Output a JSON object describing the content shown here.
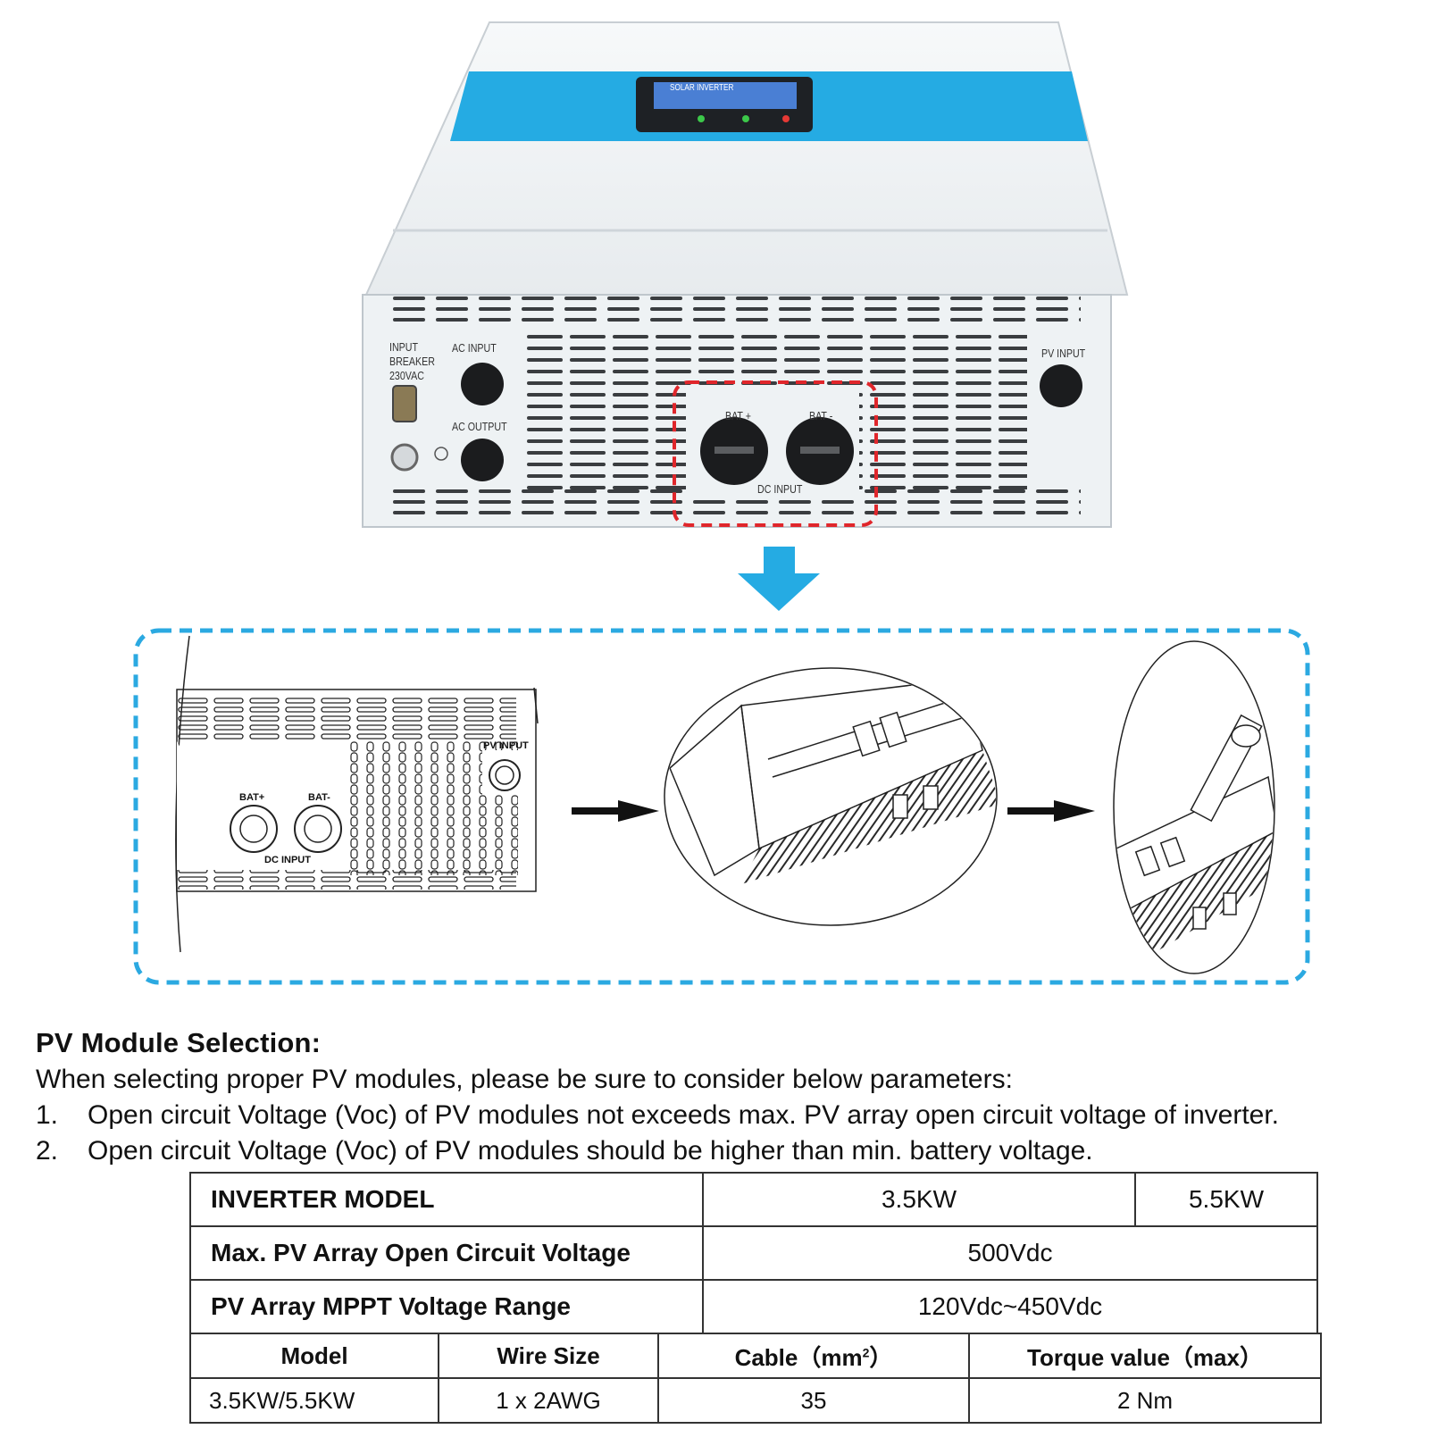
{
  "device": {
    "screen_text": "SOLAR INVERTER",
    "labels": {
      "input_breaker": "INPUT\nBREAKER\n230VAC",
      "ac_input": "AC INPUT",
      "ac_output": "AC OUTPUT",
      "bat_plus": "BAT +",
      "bat_minus": "BAT -",
      "dc_input": "DC INPUT",
      "pv_input": "PV INPUT"
    },
    "colors": {
      "accent_blue": "#25ABE3",
      "highlight_red": "#E0262B",
      "body": "#EEF2F4"
    },
    "arrow_icon": "arrow-down-icon"
  },
  "diagram": {
    "labels": {
      "bat_plus": "BAT+",
      "bat_minus": "BAT-",
      "dc_input": "DC INPUT",
      "pv_input": "PV INPUT"
    },
    "colors": {
      "frame": "#2BA9E1"
    }
  },
  "section": {
    "heading": "PV Module Selection:",
    "intro": "When selecting proper PV modules, please be sure to consider below parameters:",
    "items": [
      {
        "num": "1.",
        "text": "Open circuit Voltage (Voc) of PV modules not exceeds max. PV array open circuit voltage of inverter."
      },
      {
        "num": "2.",
        "text": "Open circuit Voltage (Voc) of PV modules should be higher than min. battery voltage."
      }
    ]
  },
  "spec_table": {
    "rows": [
      {
        "header": "INVERTER MODEL",
        "values": [
          "3.5KW",
          "5.5KW"
        ]
      },
      {
        "header": "Max. PV Array Open Circuit Voltage",
        "values": [
          "500Vdc"
        ]
      },
      {
        "header": "PV Array MPPT Voltage Range",
        "values": [
          "120Vdc~450Vdc"
        ]
      }
    ]
  },
  "wire_table": {
    "headers": [
      "Model",
      "Wire Size",
      "Cable（mm",
      "2",
      "）",
      "Torque value（max）"
    ],
    "row": [
      "3.5KW/5.5KW",
      "1 x 2AWG",
      "35",
      "2 Nm"
    ]
  }
}
